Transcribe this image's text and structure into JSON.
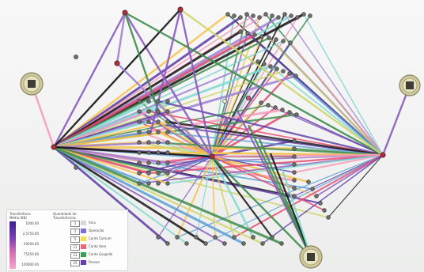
{
  "colors": {
    "link_colors": [
      "#5a3aa6",
      "#141414",
      "#e8446c",
      "#8a5ac0",
      "#7ed7d0",
      "#f6c24a",
      "#3e8d4e",
      "#f59ab8",
      "#cfd66b",
      "#5b9fd6",
      "#9d7fd0"
    ],
    "node_fill": "#6f706a",
    "hub_fill": "#b02a3a"
  },
  "legend": {
    "col1_title": "Transferência\nMédia (KB)",
    "col2_title": "Quantidade de\nTransferências",
    "gradient_values": [
      "1000.00",
      "2,5750.00",
      "50500.00",
      "75250.00",
      "100000.00"
    ],
    "counts": [
      {
        "value": "1",
        "label": "Arco",
        "color": "#d6d6d6"
      },
      {
        "value": "2",
        "label": "Operação",
        "color": "#7e6fcf"
      },
      {
        "value": "5",
        "label": "Conta Comum",
        "color": "#f3dd5a"
      },
      {
        "value": "11",
        "label": "Conta Vera",
        "color": "#e66b7a"
      },
      {
        "value": "13",
        "label": "Conta Gospelle",
        "color": "#3f9c56"
      },
      {
        "value": "15",
        "label": "Pessoa",
        "color": "#6a3cab"
      }
    ]
  }
}
